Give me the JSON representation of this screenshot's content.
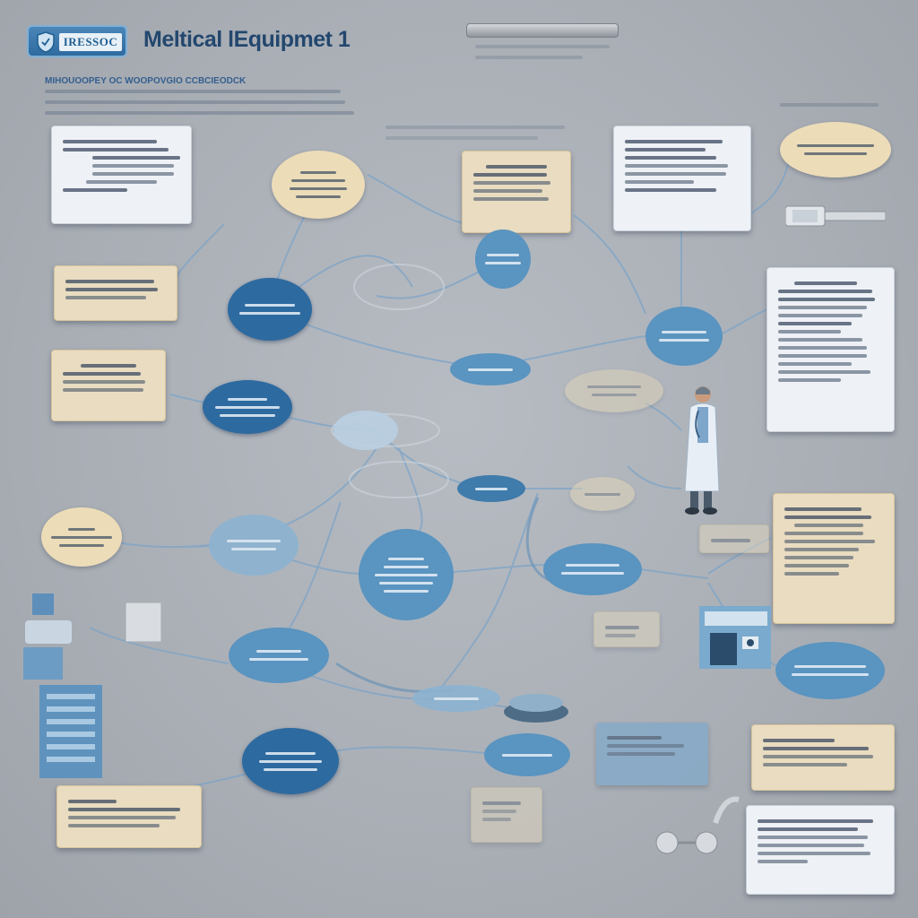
{
  "header": {
    "logo_text": "IRESSOC",
    "title": "Meltical lEquipmet 1",
    "subtitle": "MIHOUOOPEY OC WOOPOVGIO CCBCIEODCK"
  },
  "icons": {
    "logo": "shield-icon",
    "doctor": "doctor-figure-icon",
    "device": "medical-device-icon",
    "monitor": "monitor-icon"
  },
  "colors": {
    "background": "#a9aeb5",
    "node_dark": "#2d6aa0",
    "node_light": "#8cb3d1",
    "card_beige": "#e9dcc0",
    "card_white": "#eef1f5",
    "title": "#23476e"
  }
}
